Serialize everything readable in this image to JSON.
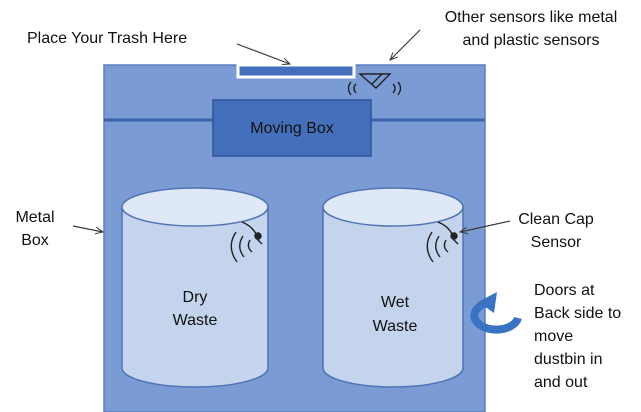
{
  "labels": {
    "place_trash": "Place Your Trash Here",
    "other_sensors_line1": "Other sensors like metal",
    "other_sensors_line2": "and plastic sensors",
    "moving_box": "Moving Box",
    "metal_box_line1": "Metal",
    "metal_box_line2": "Box",
    "clean_cap_line1": "Clean Cap",
    "clean_cap_line2": "Sensor",
    "dry_waste_line1": "Dry",
    "dry_waste_line2": "Waste",
    "wet_waste_line1": "Wet",
    "wet_waste_line2": "Waste",
    "doors_line1": "Doors at",
    "doors_line2": "Back side to",
    "doors_line3": "move",
    "doors_line4": "dustbin in",
    "doors_line5": "and out"
  },
  "colors": {
    "metal_box_fill": "#7a9bd4",
    "metal_box_stroke": "#5c7fc0",
    "moving_box_fill": "#4470bb",
    "moving_box_stroke": "#2e5597",
    "rail": "#3c64ad",
    "bin_fill": "#c4d4ec",
    "bin_top": "#dfe8f6",
    "bin_stroke": "#4f73b4",
    "tray_fill": "#4470bb",
    "arrow": "#3a3a3a",
    "rotate_arrow": "#3b73c4"
  },
  "icons": [
    "wifi-signal-icon",
    "sensor-eye-icon",
    "rotate-arrow-icon"
  ]
}
